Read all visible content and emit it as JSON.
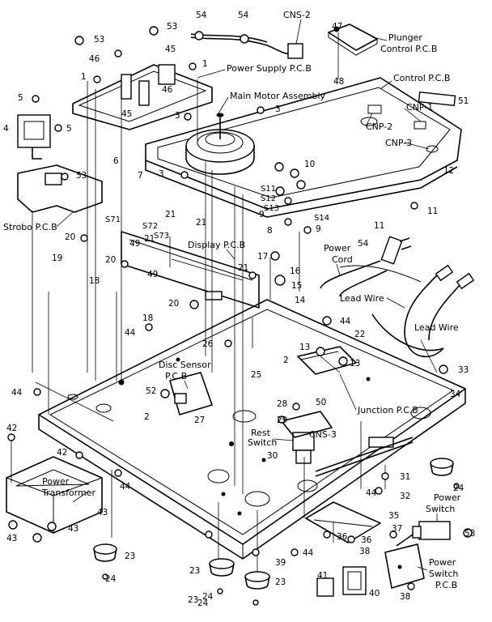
{
  "labels": {
    "cns2": "CNS-2",
    "plunger_pcb_1": "Plunger",
    "plunger_pcb_2": "Control P.C.B",
    "power_supply_pcb": "Power Supply P.C.B",
    "main_motor": "Main Motor Assembly",
    "control_pcb": "Control P.C.B",
    "cnp1": "CNP-1",
    "cnp2": "CNP-2",
    "cnp3": "CNP-3",
    "strobo_pcb": "Strobo P.C.B",
    "display_pcb": "Display P.C.B",
    "power_cord_1": "Power",
    "power_cord_2": "Cord",
    "lead_wire_1": "Lead Wire",
    "lead_wire_2": "Lead Wire",
    "disc_sensor_1": "Disc Sensor",
    "disc_sensor_2": "P.C.B",
    "junction_pcb": "Junction P.C.B",
    "rest_switch_1": "Rest",
    "rest_switch_2": "Switch",
    "cns3": "CNS-3",
    "power_transformer_1": "Power",
    "power_transformer_2": "Transformer",
    "power_switch_1": "Power",
    "power_switch_2": "Switch",
    "power_switch_pcb_1": "Power",
    "power_switch_pcb_2": "Switch",
    "power_switch_pcb_3": "P.C.B",
    "s11": "S11",
    "s12": "S12",
    "s13": "S13",
    "s14": "S14",
    "s71": "S71",
    "s72": "S72",
    "s73": "S73"
  },
  "callouts": [
    "54",
    "54",
    "47",
    "53",
    "53",
    "46",
    "45",
    "1",
    "1",
    "45",
    "46",
    "5",
    "5",
    "4",
    "48",
    "51",
    "3",
    "3",
    "3",
    "6",
    "7",
    "53",
    "10",
    "12",
    "21",
    "21",
    "21",
    "20",
    "19",
    "49",
    "20",
    "18",
    "49",
    "9",
    "9",
    "8",
    "11",
    "11",
    "54",
    "17",
    "16",
    "15",
    "14",
    "21",
    "20",
    "18",
    "44",
    "44",
    "22",
    "26",
    "25",
    "13",
    "13",
    "2",
    "33",
    "34",
    "44",
    "52",
    "2",
    "27",
    "28",
    "50",
    "29",
    "30",
    "42",
    "42",
    "44",
    "43",
    "43",
    "43",
    "23",
    "31",
    "44",
    "32",
    "24",
    "35",
    "36",
    "36",
    "37",
    "38",
    "53",
    "23",
    "24",
    "39",
    "44",
    "41",
    "40",
    "38",
    "24",
    "23",
    "23",
    "24"
  ]
}
